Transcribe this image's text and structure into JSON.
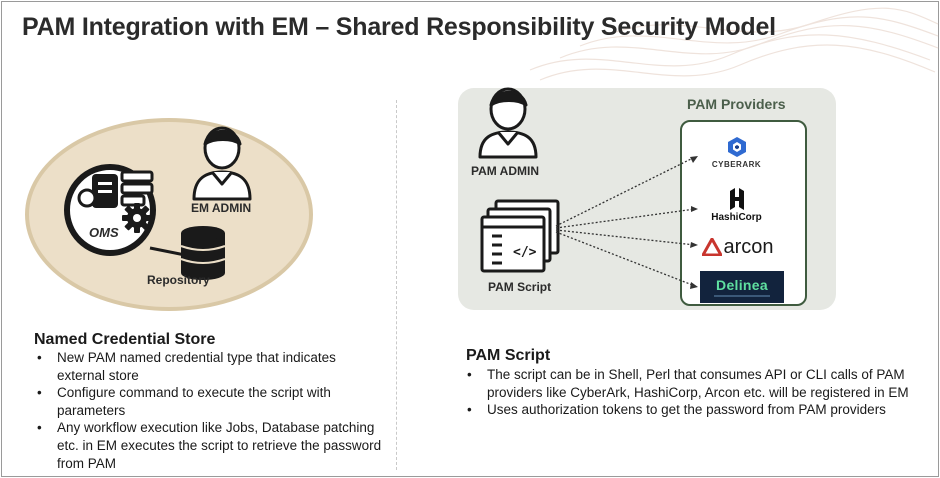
{
  "title": "PAM Integration with EM – Shared Responsibility Security Model",
  "left_diagram": {
    "em_admin_label": "EM ADMIN",
    "oms_label": "OMS",
    "repository_label": "Repository"
  },
  "right_diagram": {
    "providers_title": "PAM Providers",
    "pam_admin_label": "PAM ADMIN",
    "pam_script_label": "PAM  Script",
    "providers": [
      {
        "name": "CyberArk",
        "text": "CYBERARK"
      },
      {
        "name": "HashiCorp",
        "text": "HashiCorp"
      },
      {
        "name": "Arcon",
        "text": "arcon"
      },
      {
        "name": "Delinea",
        "text": "Delinea"
      }
    ]
  },
  "named_credential": {
    "heading": "Named Credential Store",
    "bullets": [
      "New PAM named credential type that indicates external store",
      "Configure command to execute the script with parameters",
      "Any workflow execution like Jobs, Database patching etc. in EM executes the script to retrieve the password from PAM"
    ]
  },
  "pam_script": {
    "heading": "PAM Script",
    "bullets": [
      "The script can be in Shell, Perl that consumes API or CLI calls of PAM providers like CyberArk, HashiCorp, Arcon  etc. will be registered in EM",
      "Uses authorization tokens to get the password from PAM providers"
    ]
  },
  "colors": {
    "oval_fill": "#ecdfc8",
    "panel_fill": "#e6e8e3",
    "provider_border": "#3f5b3f",
    "cyberark_blue": "#2f6ad1",
    "arcon_red": "#c8352e",
    "delinea_bg": "#12233d",
    "delinea_text": "#5fe0a0"
  }
}
